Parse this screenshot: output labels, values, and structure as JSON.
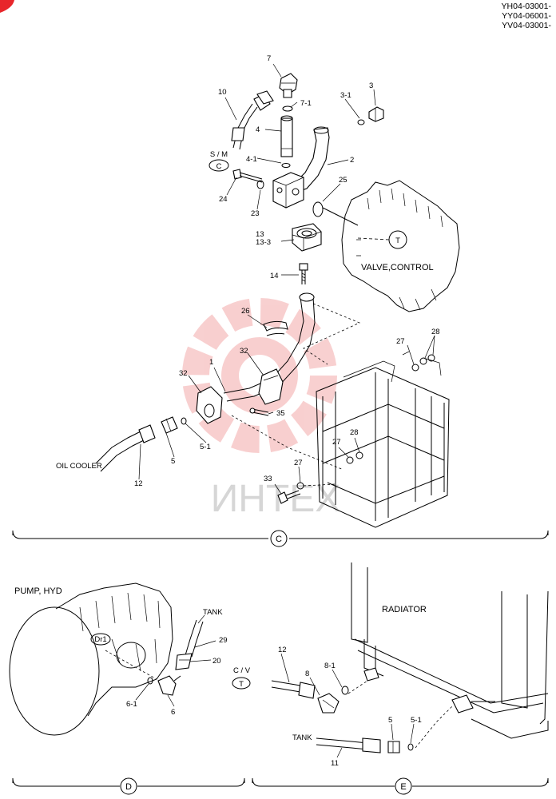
{
  "model_codes": [
    "YH04-03001-",
    "YY04-06001-",
    "YV04-03001-"
  ],
  "watermark_text": "ИНТЕХ",
  "colors": {
    "corner_mark": "#e8262b",
    "watermark": "#f3a9a9",
    "line": "#000000"
  },
  "sections": {
    "c": {
      "label": "C"
    },
    "d": {
      "label": "D"
    },
    "e": {
      "label": "E"
    }
  },
  "components": {
    "valve_control": "VALVE,CONTROL",
    "oil_cooler": "OIL COOLER",
    "pump_hyd": "PUMP, HYD",
    "radiator": "RADIATOR",
    "tank_upper": "TANK",
    "tank_lower": "TANK",
    "sm": "S / M",
    "cv": "C / V",
    "dr1": "Dr1"
  },
  "markers": {
    "c": "C",
    "t_valve": "T",
    "t_cv": "T"
  },
  "part_numbers": {
    "p7": "7",
    "p7_1": "7-1",
    "p10": "10",
    "p4": "4",
    "p4_1": "4-1",
    "p3_1": "3-1",
    "p3": "3",
    "p2": "2",
    "p25": "25",
    "p24": "24",
    "p23": "23",
    "p13": "13",
    "p13_3": "13-3",
    "p14": "14",
    "p26": "26",
    "p32a": "32",
    "p32b": "32",
    "p1": "1",
    "p27a": "27",
    "p28a": "28",
    "p35": "35",
    "p5": "5",
    "p5_1": "5-1",
    "p12": "12",
    "p27b": "27",
    "p28b": "28",
    "p27c": "27",
    "p33": "33",
    "d29": "29",
    "d20": "20",
    "d6_1": "6-1",
    "d6": "6",
    "e12": "12",
    "e8": "8",
    "e8_1": "8-1",
    "e5": "5",
    "e5_1": "5-1",
    "e11": "11"
  }
}
